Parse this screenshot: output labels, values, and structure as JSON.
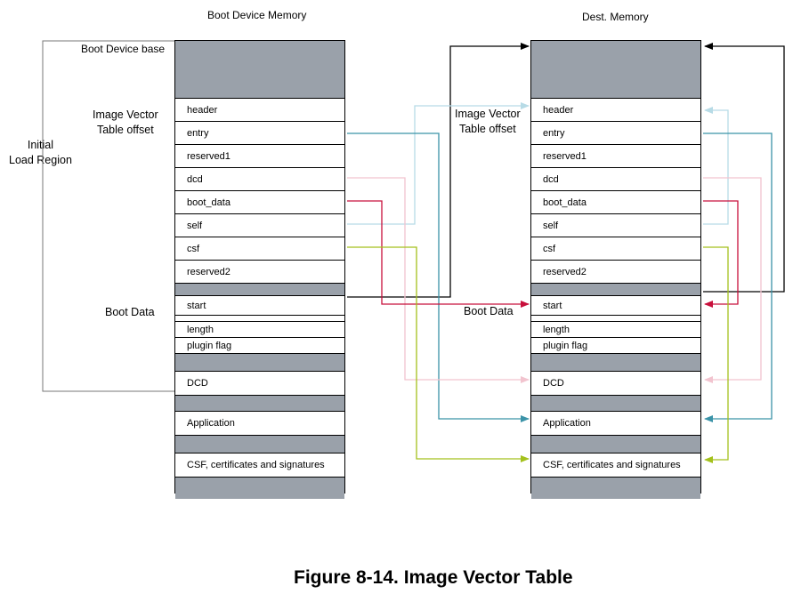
{
  "left_title": "Boot Device Memory",
  "right_title": "Dest. Memory",
  "labels": {
    "boot_device_base": "Boot Device base",
    "ivt_offset_left": "Image Vector\nTable offset",
    "initial_load_region": "Initial\nLoad Region",
    "boot_data_left": "Boot Data",
    "ivt_offset_right": "Image Vector\nTable offset",
    "boot_data_right": "Boot Data"
  },
  "cells": [
    {
      "label": "",
      "gray": true
    },
    {
      "label": "header",
      "gray": false
    },
    {
      "label": "entry",
      "gray": false
    },
    {
      "label": "reserved1",
      "gray": false
    },
    {
      "label": "dcd",
      "gray": false
    },
    {
      "label": "boot_data",
      "gray": false
    },
    {
      "label": "self",
      "gray": false
    },
    {
      "label": "csf",
      "gray": false
    },
    {
      "label": "reserved2",
      "gray": false
    },
    {
      "label": "",
      "gray": true
    },
    {
      "label": "start",
      "gray": false
    },
    {
      "label": "",
      "gray": false
    },
    {
      "label": "length",
      "gray": false
    },
    {
      "label": "plugin flag",
      "gray": false
    },
    {
      "label": "",
      "gray": true
    },
    {
      "label": "DCD",
      "gray": false
    },
    {
      "label": "",
      "gray": true
    },
    {
      "label": "Application",
      "gray": false
    },
    {
      "label": "",
      "gray": true
    },
    {
      "label": "CSF, certificates and signatures",
      "gray": false
    },
    {
      "label": "",
      "gray": true
    }
  ],
  "colors": {
    "entry": "#3b93a8",
    "dcd": "#f2c4cf",
    "boot_data": "#c8103c",
    "self": "#b7dbe6",
    "csf": "#a4c11c",
    "start": "#000000",
    "cell_gray": "#9aa1aa"
  },
  "caption": "Figure 8-14. Image Vector Table"
}
